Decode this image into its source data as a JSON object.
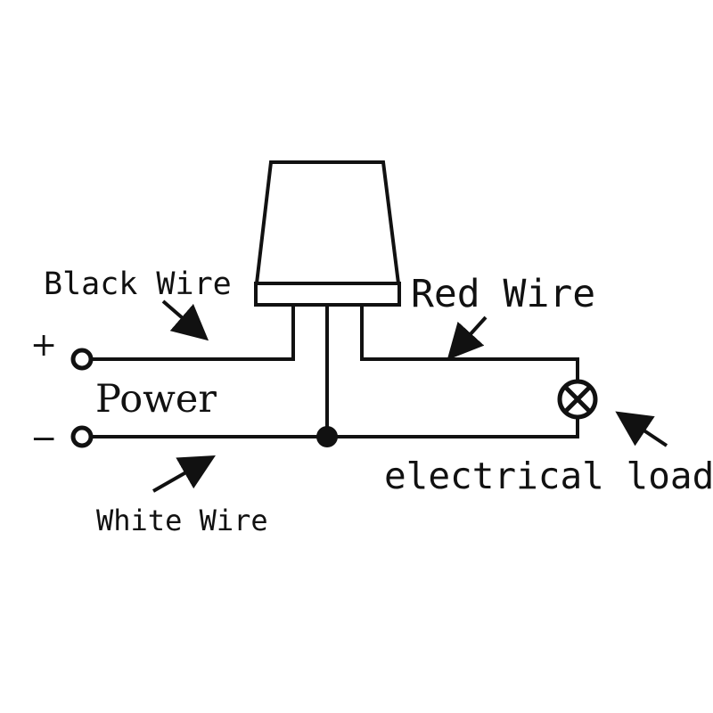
{
  "diagram": {
    "labels": {
      "black_wire": "Black Wire",
      "red_wire": "Red Wire",
      "white_wire": "White Wire",
      "power": "Power",
      "electrical_load": "electrical load",
      "plus": "+",
      "minus": "−"
    },
    "colors": {
      "line": "#111111",
      "background": "#ffffff"
    }
  }
}
